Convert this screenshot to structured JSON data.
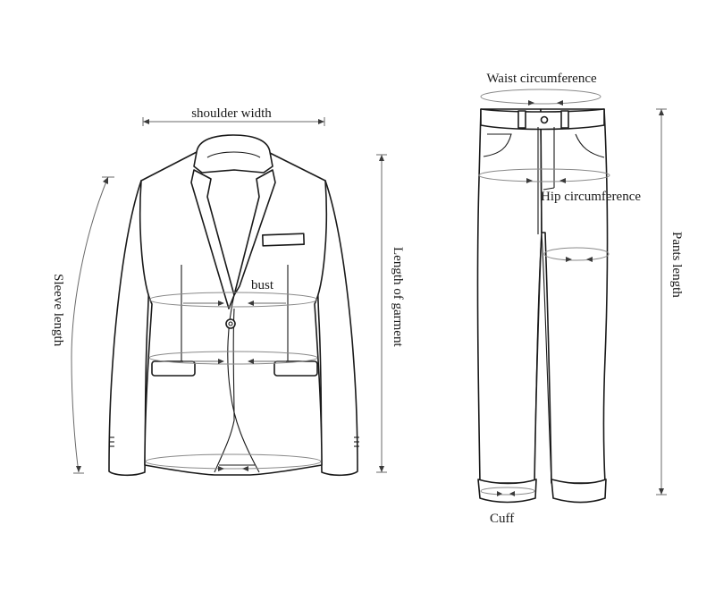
{
  "diagram": {
    "type": "garment-size-chart",
    "background": "#ffffff",
    "line_color": "#1a1a1a",
    "measure_color": "#6a6a6a"
  },
  "jacket": {
    "labels": {
      "shoulder_width": "shoulder width",
      "bust": "bust",
      "sleeve_length": "Sleeve length",
      "length_of_garment": "Length of garment"
    }
  },
  "pants": {
    "labels": {
      "waist_circumference": "Waist circumference",
      "hip_circumference": "Hip circumference",
      "pants_length": "Pants length",
      "cuff": "Cuff"
    }
  }
}
